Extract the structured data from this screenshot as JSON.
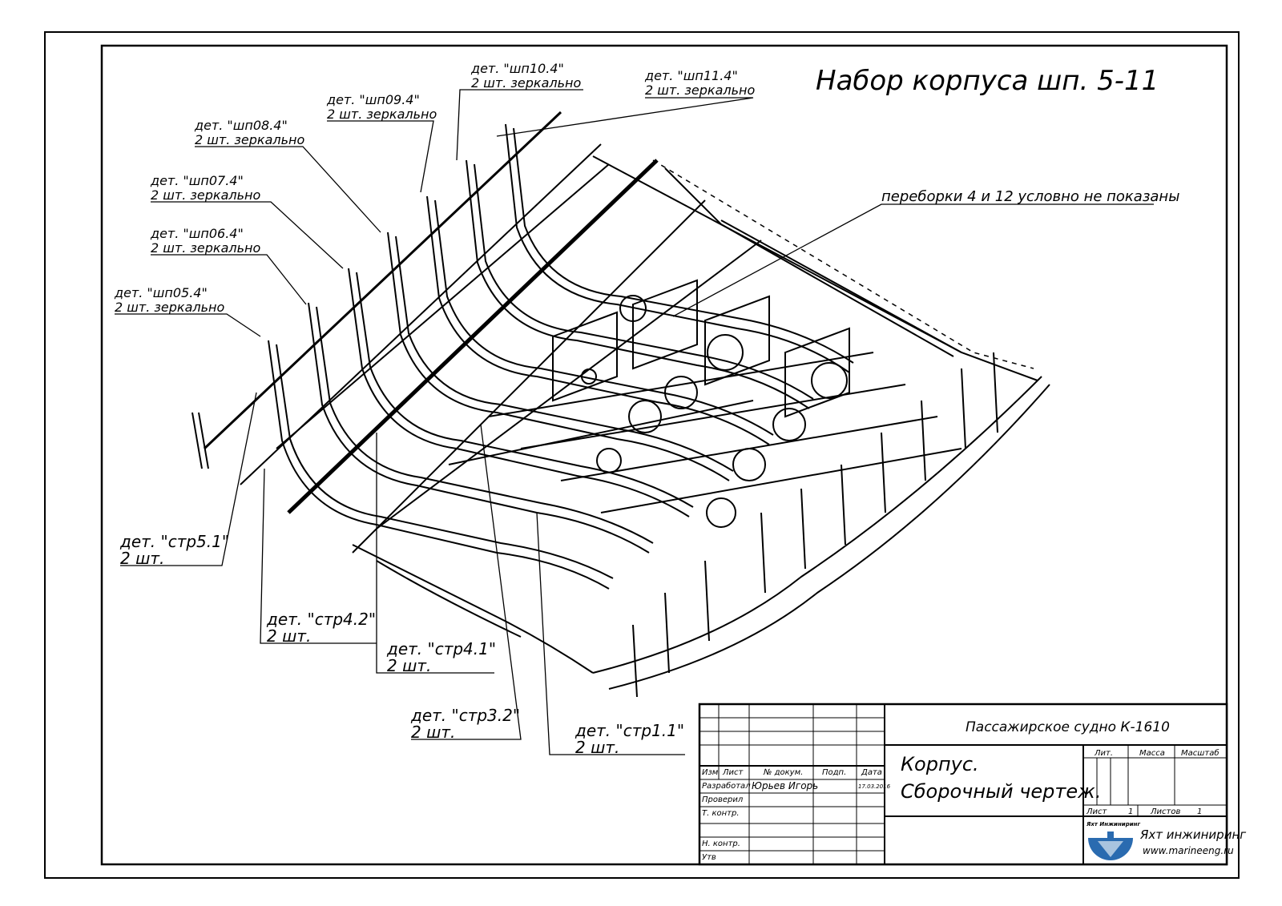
{
  "drawing_title": "Набор корпуса шп. 5-11",
  "note": "переборки 4 и 12 условно не показаны",
  "callouts": [
    {
      "part": "дет. \"шп05.4\"",
      "qty": "2 шт. зеркально"
    },
    {
      "part": "дет. \"шп06.4\"",
      "qty": "2 шт. зеркально"
    },
    {
      "part": "дет. \"шп07.4\"",
      "qty": "2 шт. зеркально"
    },
    {
      "part": "дет. \"шп08.4\"",
      "qty": "2 шт. зеркально"
    },
    {
      "part": "дет. \"шп09.4\"",
      "qty": "2 шт. зеркально"
    },
    {
      "part": "дет. \"шп10.4\"",
      "qty": "2 шт. зеркально"
    },
    {
      "part": "дет. \"шп11.4\"",
      "qty": "2 шт. зеркально"
    },
    {
      "part": "дет. \"стр5.1\"",
      "qty": "2 шт."
    },
    {
      "part": "дет. \"стр4.2\"",
      "qty": "2 шт."
    },
    {
      "part": "дет. \"стр4.1\"",
      "qty": "2 шт."
    },
    {
      "part": "дет. \"стр3.2\"",
      "qty": "2 шт."
    },
    {
      "part": "дет. \"стр1.1\"",
      "qty": "2 шт."
    }
  ],
  "title_block": {
    "project": "Пассажирское судно К-1610",
    "doc_name_1": "Корпус.",
    "doc_name_2": "Сборочный чертеж.",
    "headers": {
      "izm": "Изм",
      "list": "Лист",
      "doc_no": "№ докум.",
      "sign": "Подп.",
      "date": "Дата"
    },
    "roles": {
      "developed": "Разработал",
      "checked": "Проверил",
      "tech_control": "Т. контр.",
      "norm_control": "Н. контр.",
      "approved": "Утв"
    },
    "developer_name": "Юрьев Игорь",
    "developed_date": "17.03.2016",
    "lit_label": "Лит.",
    "mass_label": "Масса",
    "scale_label": "Масштаб",
    "sheet_label": "Лист",
    "sheet_value": "1",
    "sheets_label": "Листов",
    "sheets_value": "1",
    "logo_text": "Яхт Инжиниринг",
    "company": "Яхт инжиниринг",
    "website": "www.marineeng.ru"
  },
  "colors": {
    "ink": "#000000",
    "logo_blue": "#2a6bb0"
  }
}
